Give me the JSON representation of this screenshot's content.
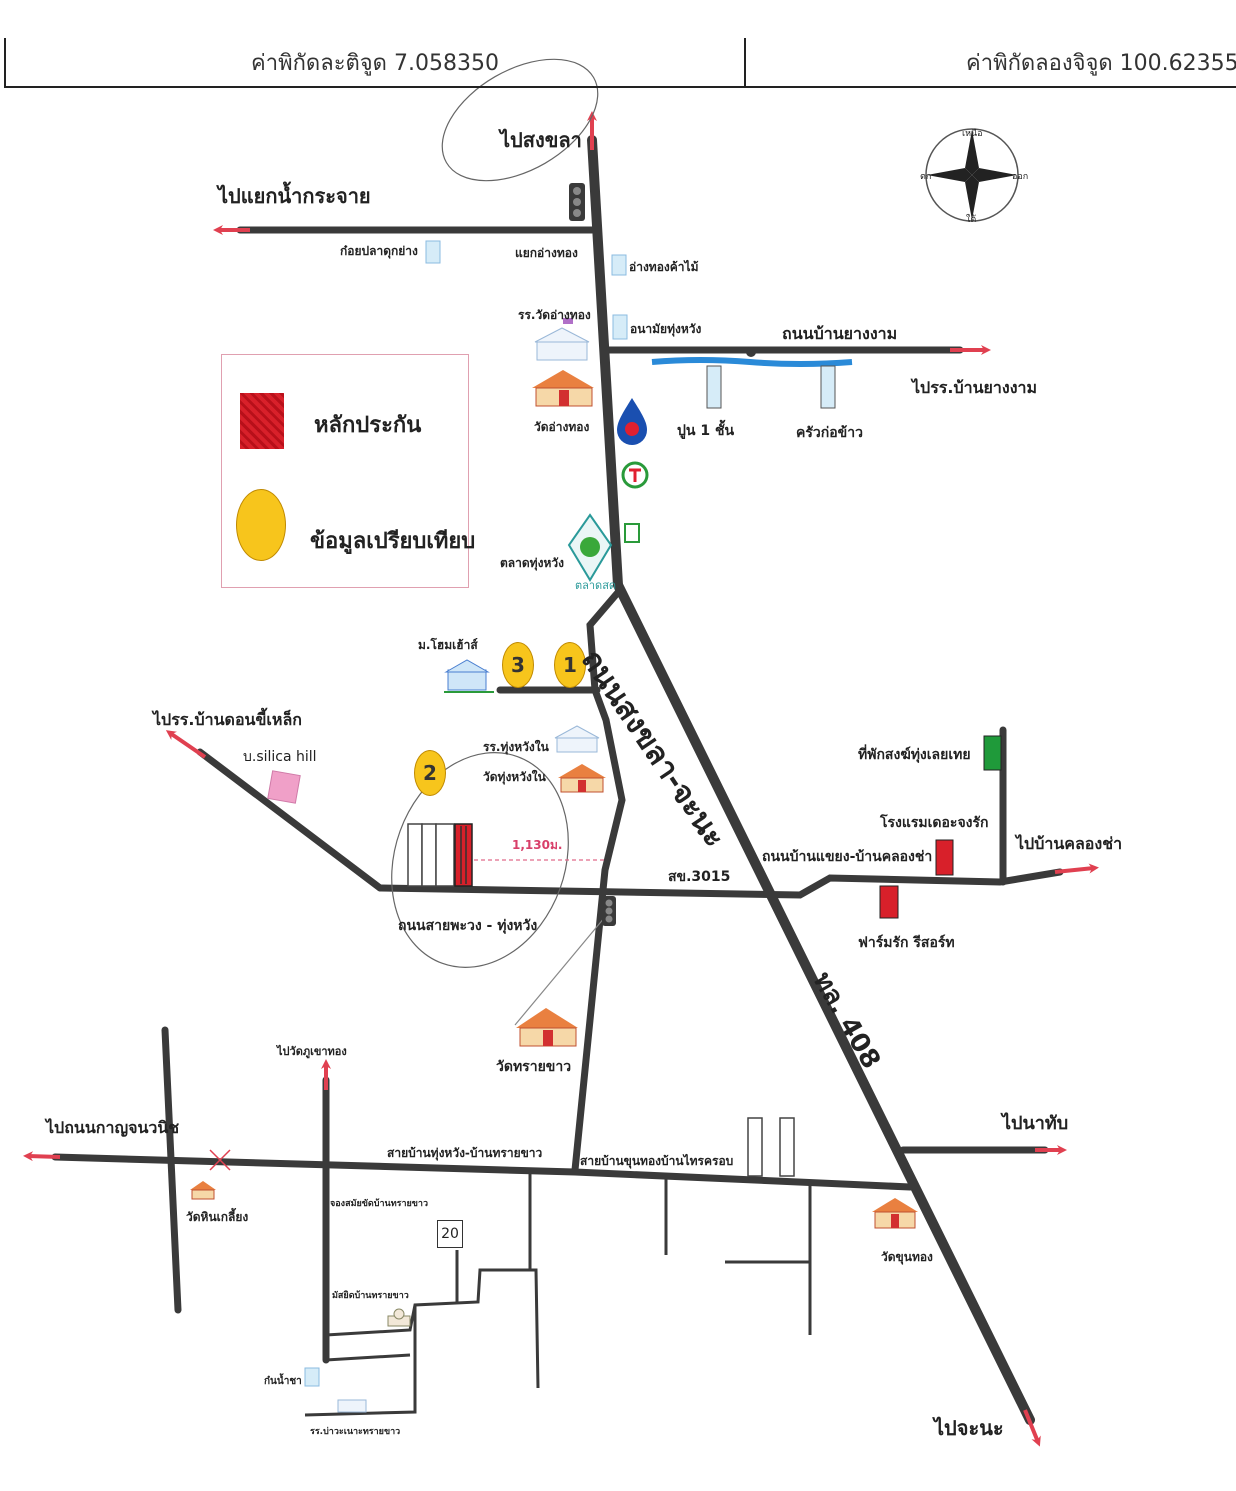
{
  "header": {
    "latitude": "ค่าพิกัดละติจูด 7.058350",
    "longitude": "ค่าพิกัดลองจิจูด 100.62355"
  },
  "legend": {
    "collateral": "หลักประกัน",
    "comparison": "ข้อมูลเปรียบเทียบ"
  },
  "directions": {
    "to_songkhla": "ไปสงขลา",
    "to_nam_krachai": "ไปแยกน้ำกระจาย",
    "to_school_ban_yang_ngam": "ไปรร.บ้านยางงาม",
    "to_school_ban_don_khi_lek": "ไปรร.บ้านดอนขี้เหล็ก",
    "to_ban_khlong_cha": "ไปบ้านคลองช่า",
    "to_wat_phu_khao_thong": "ไปวัดภูเขาทอง",
    "to_kanchanawanit_road": "ไปถนนกาญจนวนิช",
    "to_na_thap": "ไปนาทับ",
    "to_chana": "ไปจะนะ"
  },
  "roads": {
    "songkhla_chana": "ถนนสงขลา-จะนะ",
    "hw_408": "ทล. 408",
    "ban_yang_ngam": "ถนนบ้านยางงาม",
    "sai_phawong_thung_wang": "ถนนสายพะวง - ทุ่งหวัง",
    "sk_3015": "สข.3015",
    "ban_saeng_ban_khlong_cha": "ถนนบ้านแขยง-บ้านคลองช่า",
    "ban_thung_wang_ban_sai_khao": "สายบ้านทุ่งหวัง-บ้านทรายขาว",
    "ban_khun_thong_ban_trok": "สายบ้านขุนทองบ้านไทรครอบ",
    "route_20": "20"
  },
  "places": {
    "kuay_pla_duk_yang": "ก๋อยปลาดุกย่าง",
    "yaek_ang_thong": "แยกอ่างทอง",
    "ang_thong_kha_mai": "อ่างทองค้าไม้",
    "school_wat_ang_thong": "รร.วัดอ่างทอง",
    "anamai_thung_wang": "อนามัยทุ่งหวัง",
    "wat_ang_thong": "วัดอ่างทอง",
    "pun_1_chan": "ปูน 1 ชั้น",
    "khrua_kon_khao": "ครัวก่อข้าว",
    "talat_thung_wang": "ตลาดทุ่งหวัง",
    "talat_logo_text": "ตลาดสด",
    "m_home": "ม.โฮมเฮ้าส์",
    "school_thung_wang_nai": "รร.ทุ่งหวังใน",
    "wat_thung_wang_nai": "วัดทุ่งหวังใน",
    "silica_hill": "บ.silica hill",
    "distance": "1,130ม.",
    "wat_sai_khao": "วัดทรายขาว",
    "thi_phak_song": "ที่พักสงฆ์ทุ่งเลยเทย",
    "hotel": "โรงแรมเดอะจงรัก",
    "farm_resort": "ฟาร์มรัก รีสอร์ท",
    "wat_hin_kliang": "วัดหินเกลี้ยง",
    "wat_khun_thong": "วัดขุนทอง",
    "mosque_sai_khao": "มัสยิดบ้านทรายขาว",
    "cemetery_sai_khao": "จองสมัยขัดบ้านทรายขาว",
    "kon_cha": "ก๋นน้ำชา",
    "school_pa_nao": "รร.บ่าวะเนาะทรายขาว"
  },
  "markers": {
    "m1": "1",
    "m2": "2",
    "m3": "3"
  },
  "compass": {
    "north": "เหนือ",
    "south": "ใต้",
    "east": "ออก",
    "west": "ตก"
  },
  "colors": {
    "road": "#3a3a3a",
    "arrow": "#e04050",
    "collateral": "#d8202a",
    "comparison": "#f7c51c",
    "green_marker": "#1f9a3a",
    "pink_marker": "#f0a0c8",
    "river": "#2a8ad8"
  }
}
